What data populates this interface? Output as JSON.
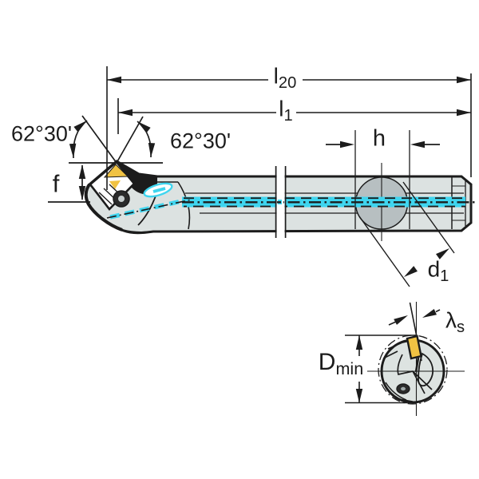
{
  "drawing": {
    "title": "boring-bar-technical-drawing",
    "views": {
      "side_view": "boring bar with cutting head, break lines, clamping boss and internal coolant channel",
      "end_view": "front view of bar in minimum bore with insert inclination"
    },
    "colors": {
      "line": "#1c1c1c",
      "body_fill": "#dce2e1",
      "boss_fill": "#b7bfc1",
      "coolant": "#3fd5ef",
      "insert_yellow": "#f0c243",
      "end_view_fill": "#dde3e1",
      "background": "#ffffff"
    },
    "labels": {
      "l20": {
        "base": "l",
        "sub": "20"
      },
      "l1": {
        "base": "l",
        "sub": "1"
      },
      "angle_left": "62°30'",
      "angle_right": "62°30'",
      "f": "f",
      "h": "h",
      "d1": {
        "base": "d",
        "sub": "1"
      },
      "dmin": {
        "base": "D",
        "sub": "min"
      },
      "lambda_s": {
        "base": "λ",
        "sub": "s"
      }
    }
  }
}
